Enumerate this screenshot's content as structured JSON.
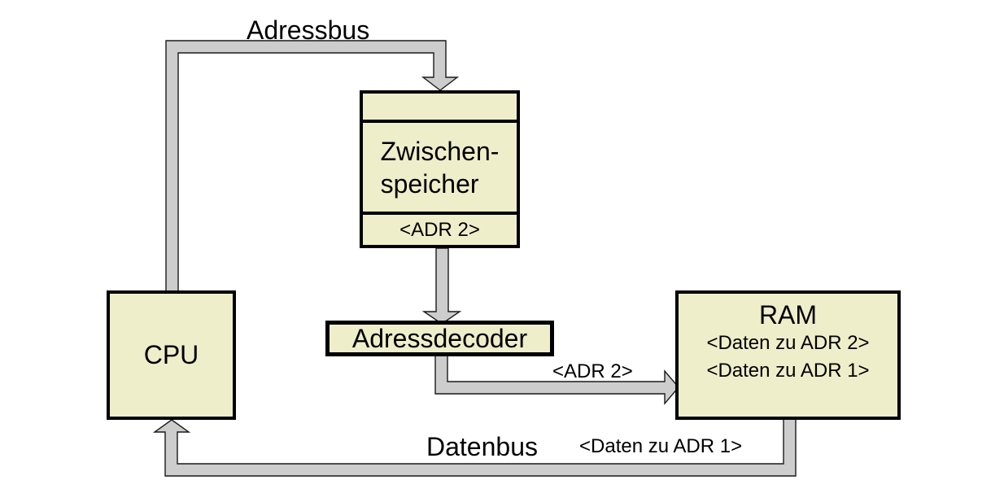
{
  "colors": {
    "background": "#ffffff",
    "node_fill": "#eeeecb",
    "node_border": "#000000",
    "bus_fill": "#cdcdcd",
    "bus_outline": "#1a1a1a",
    "text": "#000000"
  },
  "nodes": {
    "cpu": {
      "label": "CPU"
    },
    "zwischenspeicher": {
      "label": "Zwischen-\nspeicher",
      "address_value": "<ADR 2>"
    },
    "adressdecoder": {
      "label": "Adressdecoder"
    },
    "ram": {
      "label": "RAM",
      "data_rows": [
        "<Daten zu ADR 2>",
        "<Daten zu ADR 1>"
      ]
    }
  },
  "buses": {
    "adressbus": {
      "label": "Adressbus"
    },
    "decoder_to_ram": {
      "payload": "<ADR 2>"
    },
    "datenbus": {
      "label": "Datenbus",
      "payload": "<Daten zu ADR 1>"
    }
  }
}
